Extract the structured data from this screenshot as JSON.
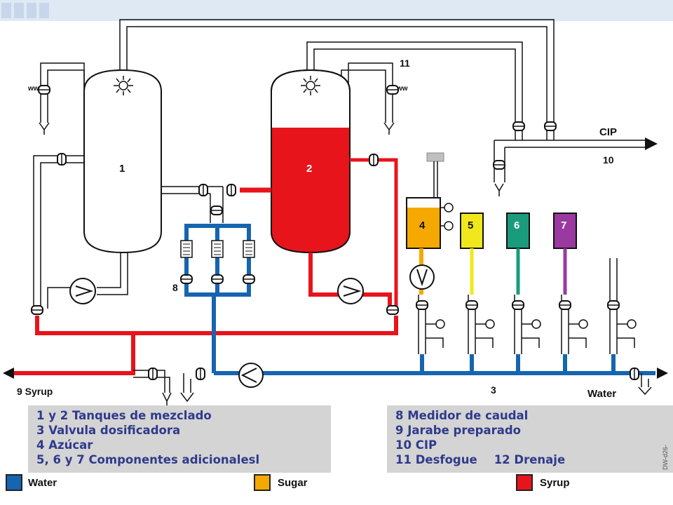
{
  "labels": {
    "tank1": "1",
    "tank2": "2",
    "tank4": "4",
    "tank5": "5",
    "tank6": "6",
    "tank7": "7",
    "flowmeter": "8",
    "syrup_out": "9 Syrup",
    "cip": "CIP",
    "cip_num": "10",
    "vent_num": "11",
    "dosing_num": "3",
    "water_in": "Water",
    "vent_left": "ww",
    "vent_right": "ww"
  },
  "legend": {
    "left": {
      "line1": "1 y 2 Tanques de mezclado",
      "line2": "3 Valvula dosificadora",
      "line3": "4 Azúcar",
      "line4": "5, 6 y 7 Componentes adicionalesl"
    },
    "right": {
      "line1": "8 Medidor de caudal",
      "line2": "9 Jarabe preparado",
      "line3": "10 CIP",
      "line4a": "11 Desfogue",
      "line4b": "12 Drenaje"
    }
  },
  "color_key": {
    "water": {
      "label": "Water",
      "color": "#1565b0"
    },
    "sugar": {
      "label": "Sugar",
      "color": "#f5a800"
    },
    "syrup": {
      "label": "Syrup",
      "color": "#e8141c"
    }
  },
  "colors": {
    "tank5": "#f0e81c",
    "tank6": "#1a9c7c",
    "tank7": "#9a3aa0"
  },
  "stamp": "DW-d26-"
}
